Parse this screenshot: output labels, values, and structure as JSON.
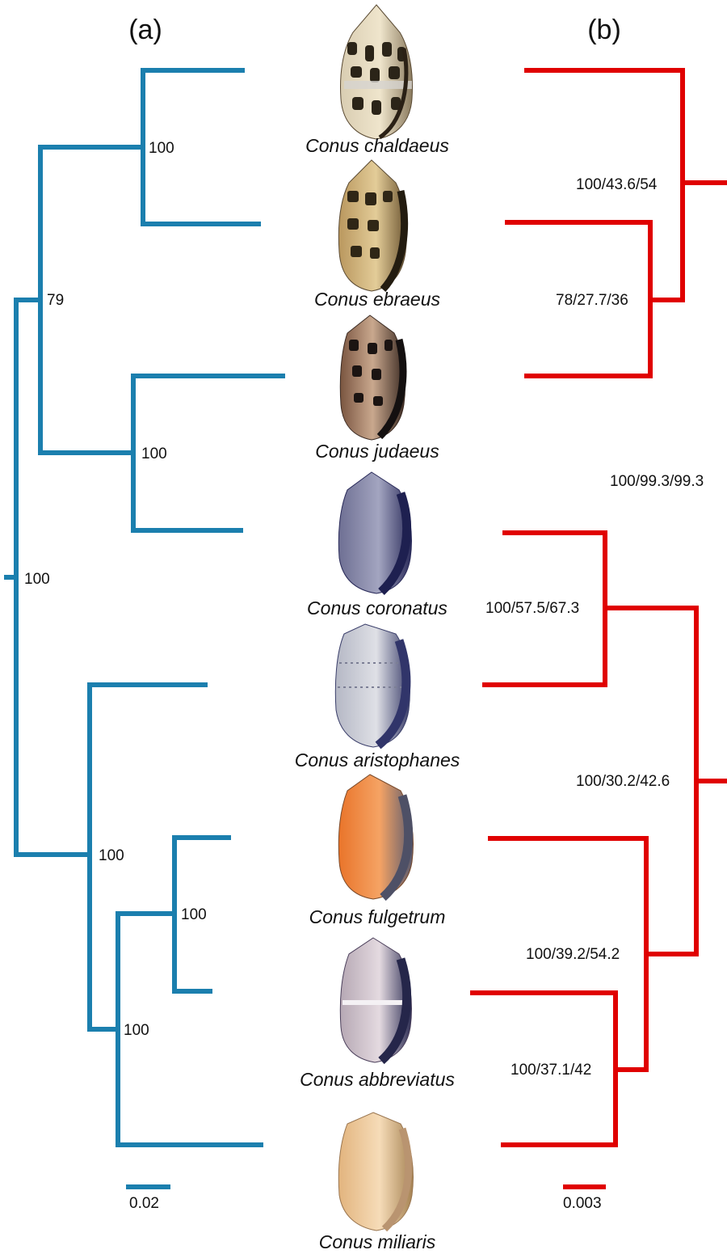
{
  "panels": {
    "a": "(a)",
    "b": "(b)"
  },
  "colors": {
    "tree_a": "#1b7fae",
    "tree_b": "#e00000"
  },
  "species": [
    {
      "name": "Conus chaldaeus",
      "icon": "shell-icon-chaldaeus"
    },
    {
      "name": "Conus ebraeus",
      "icon": "shell-icon-ebraeus"
    },
    {
      "name": "Conus judaeus",
      "icon": "shell-icon-judaeus"
    },
    {
      "name": "Conus coronatus",
      "icon": "shell-icon-coronatus"
    },
    {
      "name": "Conus aristophanes",
      "icon": "shell-icon-aristophanes"
    },
    {
      "name": "Conus fulgetrum",
      "icon": "shell-icon-fulgetrum"
    },
    {
      "name": "Conus abbreviatus",
      "icon": "shell-icon-abbreviatus"
    },
    {
      "name": "Conus miliaris",
      "icon": "shell-icon-miliaris"
    }
  ],
  "tree_a": {
    "supports": {
      "chaldaeus_ebraeus": "100",
      "chaldaeus_judaeus_clade": "79",
      "judaeus_coronatus": "100",
      "root": "100",
      "lower_clade": "100",
      "fulgetrum_abbreviatus": "100",
      "fulgetrum_miliaris": "100"
    },
    "scale_bar": "0.02"
  },
  "tree_b": {
    "supports": {
      "upper_clade": "100/43.6/54",
      "ebraeus_judaeus": "78/27.7/36",
      "root": "100/99.3/99.3",
      "coronatus_aristophanes": "100/57.5/67.3",
      "lower_clade": "100/30.2/42.6",
      "fulgetrum_clade": "100/39.2/54.2",
      "abbreviatus_miliaris": "100/37.1/42"
    },
    "scale_bar": "0.003"
  }
}
